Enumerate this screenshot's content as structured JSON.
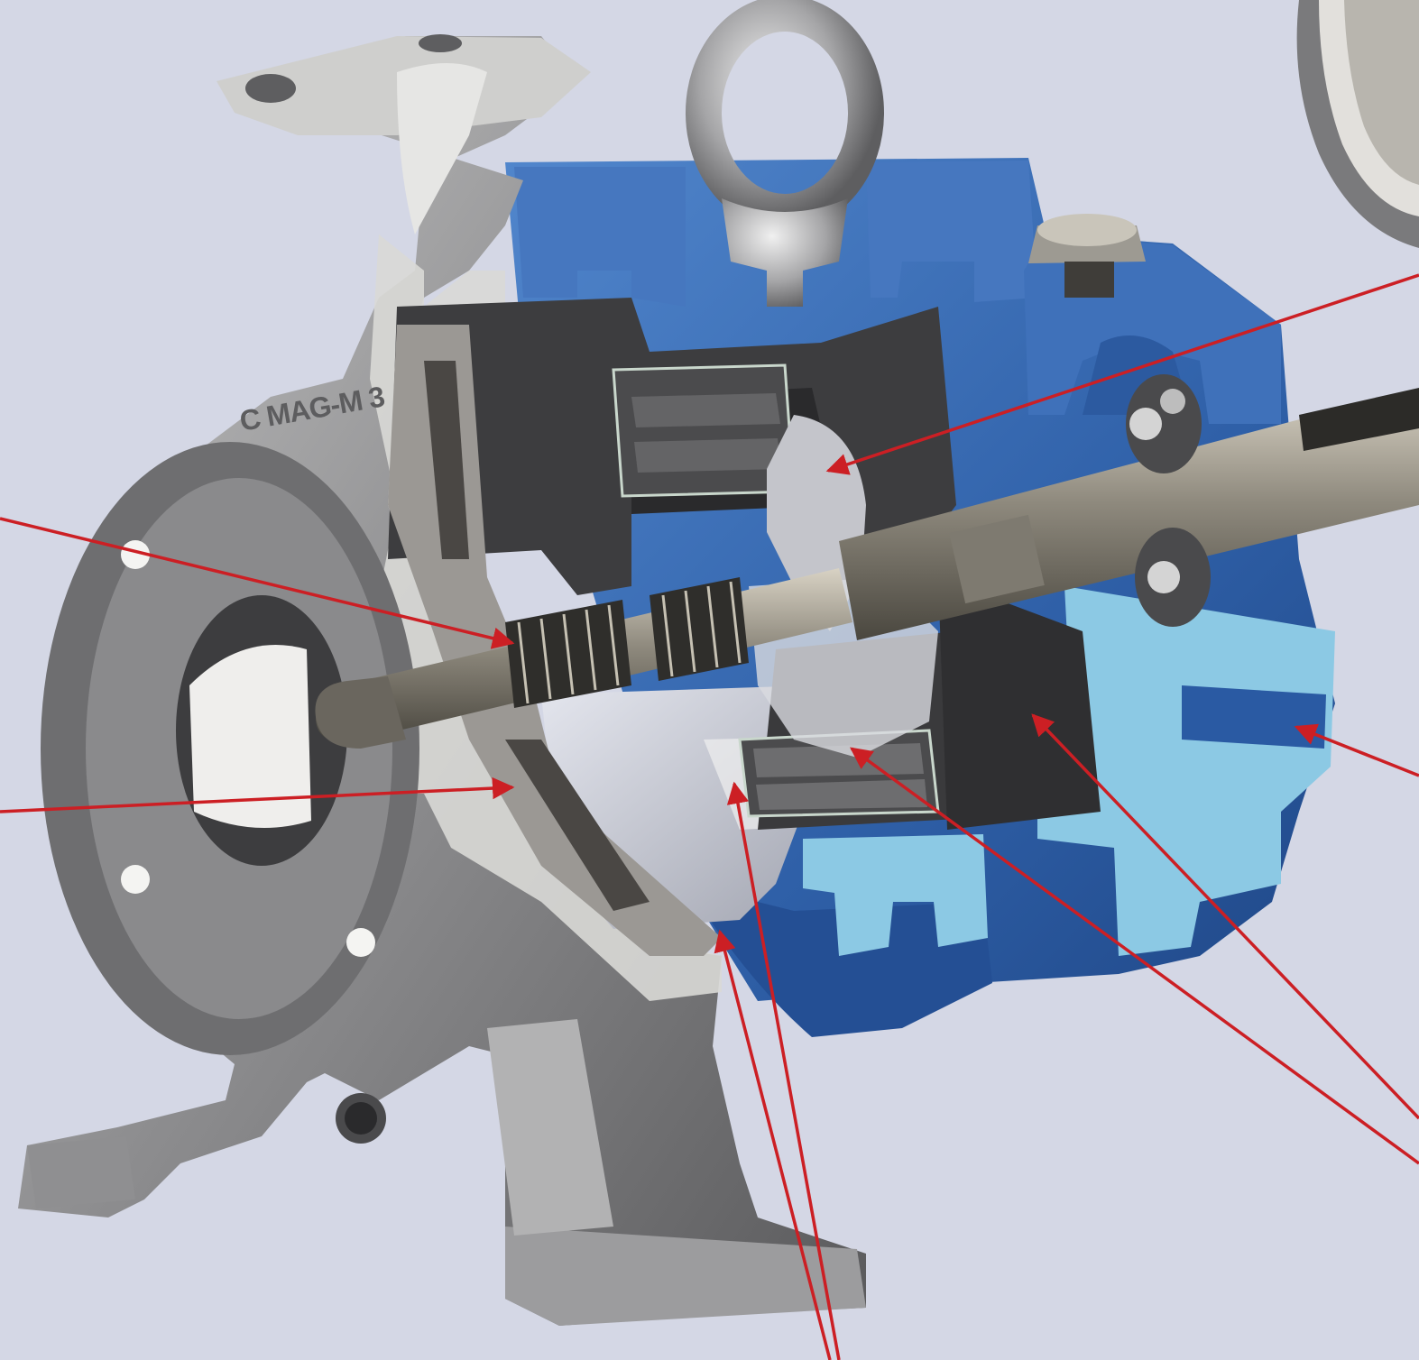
{
  "diagram": {
    "engraved_label": "C MAG-M 3",
    "colors": {
      "background": "#d4d7e5",
      "casing_metal": "#a9a9aa",
      "casing_section": "#d2d2d0",
      "bearing_housing_blue": "#3b6fb5",
      "bearing_housing_section": "#8cc9e4",
      "magnet_can_dark": "#3d3d3f",
      "shaft_steel": "#8f8a7e",
      "callout_line": "#cc1f24"
    },
    "callouts": [
      {
        "id": "inner-magnet-rotor",
        "label": ""
      },
      {
        "id": "pump-shaft-bearings",
        "label": ""
      },
      {
        "id": "impeller",
        "label": ""
      },
      {
        "id": "bearing-housing",
        "label": ""
      },
      {
        "id": "outer-magnet-carrier",
        "label": ""
      },
      {
        "id": "magnets",
        "label": ""
      },
      {
        "id": "containment-shell",
        "label": ""
      }
    ]
  }
}
